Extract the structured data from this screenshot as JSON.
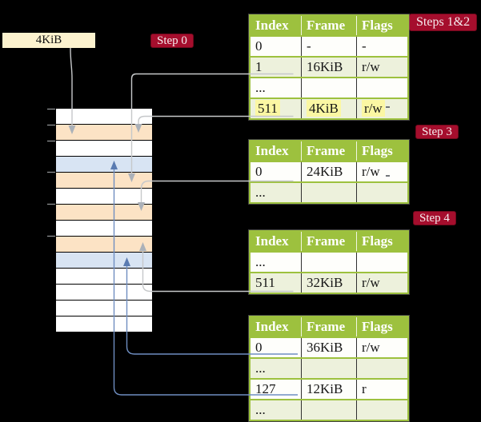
{
  "colors": {
    "background": "#000000",
    "table_header_green": "#9DC13E",
    "table_row_green": "#EDF1DC",
    "table_row_white": "#FEFEFB",
    "highlight_yellow": "#FBF7A3",
    "badge_red": "#A50E2D",
    "badge_text": "#F6ECEE",
    "frame_orange": "#FCE3C5",
    "frame_blue": "#D8E4F3",
    "frame_white": "#FFFFFF",
    "page_box_cream": "#FCF2CE",
    "arrow_gray": "#C6C8CA",
    "arrow_gray_head": "#ABB1B9",
    "arrow_blue": "#6F8EC1",
    "arrow_blue_head": "#5A7BB1",
    "tick_gray": "#8E9092"
  },
  "page_box": {
    "label": "4KiB"
  },
  "badges": {
    "step0": "Step 0",
    "steps12": "Steps 1&2",
    "step3": "Step 3",
    "step4": "Step 4"
  },
  "memory_stack": {
    "rows": [
      "free",
      "page-table",
      "free",
      "mapped",
      "page-table",
      "free",
      "page-table",
      "free",
      "page-table",
      "mapped",
      "free",
      "free",
      "free",
      "free"
    ]
  },
  "tables": [
    {
      "id": "page-table-steps-1-2",
      "header": [
        "Index",
        "Frame",
        "Flags"
      ],
      "rows": [
        {
          "cells": [
            "0",
            "-",
            "-"
          ],
          "shade": "white",
          "highlighted": false
        },
        {
          "cells": [
            "1",
            "16KiB",
            "r/w"
          ],
          "shade": "green",
          "highlighted": false
        },
        {
          "cells": [
            "...",
            "",
            ""
          ],
          "shade": "white",
          "highlighted": false
        },
        {
          "cells": [
            "511",
            "4KiB",
            "r/w"
          ],
          "shade": "green",
          "highlighted": true
        }
      ]
    },
    {
      "id": "page-table-step-3",
      "header": [
        "Index",
        "Frame",
        "Flags"
      ],
      "rows": [
        {
          "cells": [
            "0",
            "24KiB",
            "r/w"
          ],
          "shade": "white",
          "highlighted": false
        },
        {
          "cells": [
            "...",
            "",
            ""
          ],
          "shade": "green",
          "highlighted": false
        }
      ]
    },
    {
      "id": "page-table-step-4",
      "header": [
        "Index",
        "Frame",
        "Flags"
      ],
      "rows": [
        {
          "cells": [
            "...",
            "",
            ""
          ],
          "shade": "white",
          "highlighted": false
        },
        {
          "cells": [
            "511",
            "32KiB",
            "r/w"
          ],
          "shade": "green",
          "highlighted": false
        }
      ]
    },
    {
      "id": "page-table-final",
      "header": [
        "Index",
        "Frame",
        "Flags"
      ],
      "rows": [
        {
          "cells": [
            "0",
            "36KiB",
            "r/w"
          ],
          "shade": "white",
          "highlighted": false
        },
        {
          "cells": [
            "...",
            "",
            ""
          ],
          "shade": "green",
          "highlighted": false
        },
        {
          "cells": [
            "127",
            "12KiB",
            "r"
          ],
          "shade": "white",
          "highlighted": false
        },
        {
          "cells": [
            "...",
            "",
            ""
          ],
          "shade": "green",
          "highlighted": false
        }
      ]
    }
  ],
  "connections": [
    {
      "from": "page-box-4KiB",
      "to": "frame-4KiB",
      "style": "gray",
      "direction": "down"
    },
    {
      "from": "table1-entry-1",
      "to": "frame-16KiB",
      "style": "gray",
      "direction": "down"
    },
    {
      "from": "table1-entry-511",
      "to": "frame-4KiB",
      "style": "gray",
      "direction": "down"
    },
    {
      "from": "table2-entry-0",
      "to": "frame-24KiB",
      "style": "gray",
      "direction": "down"
    },
    {
      "from": "table3-entry-511",
      "to": "frame-32KiB",
      "style": "gray",
      "direction": "up"
    },
    {
      "from": "table4-entry-0",
      "to": "frame-36KiB",
      "style": "blue",
      "direction": "up"
    },
    {
      "from": "table4-entry-127",
      "to": "frame-12KiB",
      "style": "blue",
      "direction": "up"
    }
  ]
}
